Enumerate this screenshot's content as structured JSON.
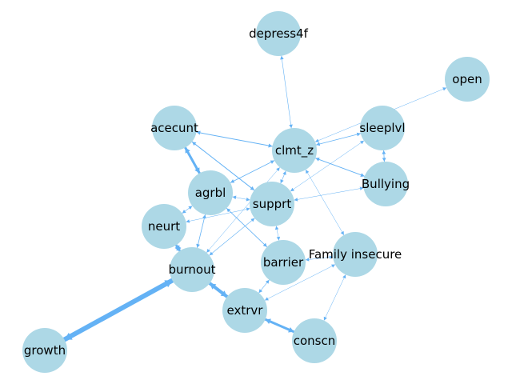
{
  "colors": {
    "node_fill": "#add8e6",
    "edge": "#64b2f5",
    "label": "#000000",
    "background": "#ffffff"
  },
  "nodes": [
    {
      "id": "depress4f",
      "label": "depress4f"
    },
    {
      "id": "open",
      "label": "open"
    },
    {
      "id": "acecunt",
      "label": "acecunt"
    },
    {
      "id": "clmt_z",
      "label": "clmt_z"
    },
    {
      "id": "sleeplvl",
      "label": "sleeplvl"
    },
    {
      "id": "agrbl",
      "label": "agrbl"
    },
    {
      "id": "Bullying",
      "label": "Bullying"
    },
    {
      "id": "supprt",
      "label": "supprt"
    },
    {
      "id": "neurt",
      "label": "neurt"
    },
    {
      "id": "Family_insecure",
      "label": "Family insecure"
    },
    {
      "id": "barrier",
      "label": "barrier"
    },
    {
      "id": "burnout",
      "label": "burnout"
    },
    {
      "id": "extrvr",
      "label": "extrvr"
    },
    {
      "id": "conscn",
      "label": "conscn"
    },
    {
      "id": "growth",
      "label": "growth"
    }
  ],
  "edges": [
    {
      "source": "depress4f",
      "target": "clmt_z",
      "weight": 0.6
    },
    {
      "source": "open",
      "target": "clmt_z",
      "weight": 0.4
    },
    {
      "source": "acecunt",
      "target": "clmt_z",
      "weight": 1.0
    },
    {
      "source": "acecunt",
      "target": "agrbl",
      "weight": 3.0
    },
    {
      "source": "acecunt",
      "target": "supprt",
      "weight": 1.0
    },
    {
      "source": "sleeplvl",
      "target": "clmt_z",
      "weight": 0.8
    },
    {
      "source": "sleeplvl",
      "target": "Bullying",
      "weight": 0.8
    },
    {
      "source": "Bullying",
      "target": "clmt_z",
      "weight": 1.0
    },
    {
      "source": "Bullying",
      "target": "supprt",
      "weight": 0.5
    },
    {
      "source": "agrbl",
      "target": "clmt_z",
      "weight": 0.8
    },
    {
      "source": "agrbl",
      "target": "supprt",
      "weight": 0.6
    },
    {
      "source": "agrbl",
      "target": "neurt",
      "weight": 0.6
    },
    {
      "source": "agrbl",
      "target": "barrier",
      "weight": 0.8
    },
    {
      "source": "agrbl",
      "target": "burnout",
      "weight": 0.8
    },
    {
      "source": "supprt",
      "target": "clmt_z",
      "weight": 0.6
    },
    {
      "source": "supprt",
      "target": "burnout",
      "weight": 0.6
    },
    {
      "source": "supprt",
      "target": "barrier",
      "weight": 0.5
    },
    {
      "source": "supprt",
      "target": "sleeplvl",
      "weight": 0.3
    },
    {
      "source": "supprt",
      "target": "neurt",
      "weight": 0.3
    },
    {
      "source": "clmt_z",
      "target": "Family_insecure",
      "weight": 0.3
    },
    {
      "source": "clmt_z",
      "target": "burnout",
      "weight": 0.4
    },
    {
      "source": "neurt",
      "target": "burnout",
      "weight": 3.0
    },
    {
      "source": "burnout",
      "target": "extrvr",
      "weight": 4.0
    },
    {
      "source": "burnout",
      "target": "growth",
      "weight": 6.0
    },
    {
      "source": "extrvr",
      "target": "conscn",
      "weight": 3.0
    },
    {
      "source": "extrvr",
      "target": "barrier",
      "weight": 0.6
    },
    {
      "source": "barrier",
      "target": "Family_insecure",
      "weight": 0.3
    },
    {
      "source": "Family_insecure",
      "target": "extrvr",
      "weight": 0.3
    },
    {
      "source": "Family_insecure",
      "target": "conscn",
      "weight": 0.3
    }
  ]
}
